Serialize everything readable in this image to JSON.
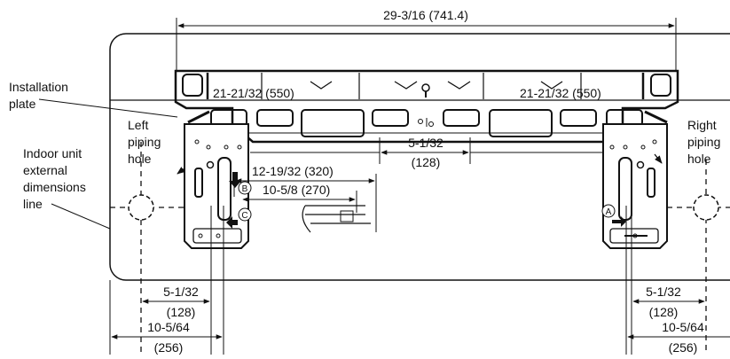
{
  "dimensions": {
    "overall_width": "29-3/16 (741.4)",
    "left_half": "21-21/32 (550)",
    "right_half": "21-21/32 (550)",
    "center_offset": "5-1/32",
    "center_offset_mm": "(128)",
    "pipe_left_long": "12-19/32 (320)",
    "pipe_left_short": "10-5/8 (270)",
    "left_hole_small": "5-1/32",
    "left_hole_small_mm": "(128)",
    "left_hole_large": "10-5/64",
    "left_hole_large_mm": "(256)",
    "right_hole_small": "5-1/32",
    "right_hole_small_mm": "(128)",
    "right_hole_large": "10-5/64",
    "right_hole_large_mm": "(256)"
  },
  "labels": {
    "installation_plate_1": "Installation",
    "installation_plate_2": "plate",
    "left_piping_1": "Left",
    "left_piping_2": "piping",
    "left_piping_3": "hole",
    "right_piping_1": "Right",
    "right_piping_2": "piping",
    "right_piping_3": "hole",
    "indoor_unit_1": "Indoor unit",
    "indoor_unit_2": "external",
    "indoor_unit_3": "dimensions",
    "indoor_unit_4": "line"
  },
  "markers": {
    "a": "A",
    "b": "B",
    "c": "C"
  }
}
